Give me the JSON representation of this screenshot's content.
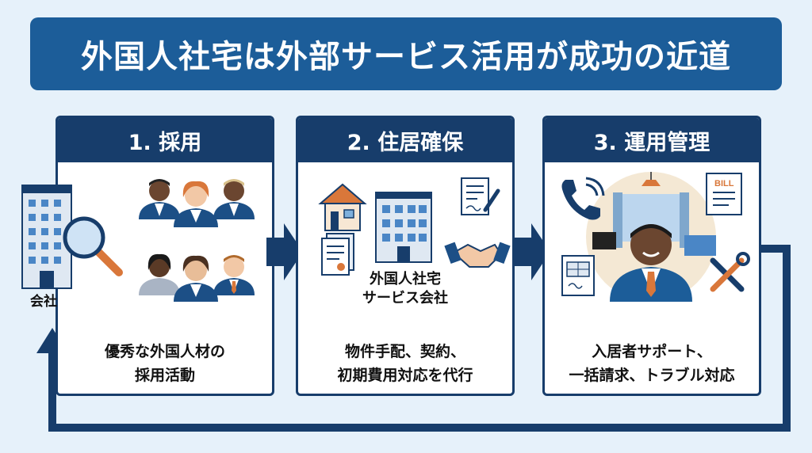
{
  "title": "外国人社宅は外部サービス活用が成功の近道",
  "company_label": "会社",
  "steps": [
    {
      "header": "1. 採用",
      "desc_lines": [
        "優秀な外国人材の",
        "採用活動"
      ]
    },
    {
      "header": "2. 住居確保",
      "sub_label_lines": [
        "外国人社宅",
        "サービス会社"
      ],
      "desc_lines": [
        "物件手配、契約、",
        "初期費用対応を代行"
      ]
    },
    {
      "header": "3. 運用管理",
      "desc_lines": [
        "入居者サポート、",
        "一括請求、トラブル対応"
      ]
    }
  ],
  "bill_text": "BILL",
  "colors": {
    "banner": "#1c5d99",
    "card_head": "#173d6b",
    "background": "#e6f1fa",
    "arrow": "#173d6b"
  }
}
